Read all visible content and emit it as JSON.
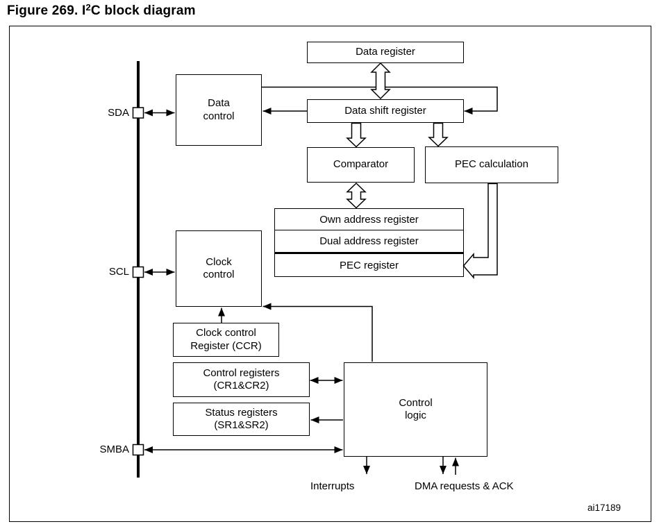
{
  "figure": {
    "title_prefix": "Figure 269. I",
    "title_superscript": "2",
    "title_suffix": "C block diagram",
    "watermark": "ai17189"
  },
  "pins": {
    "sda": "SDA",
    "scl": "SCL",
    "smba": "SMBA"
  },
  "blocks": {
    "data_register": "Data register",
    "data_control_line1": "Data",
    "data_control_line2": "control",
    "data_shift_register": "Data shift register",
    "comparator": "Comparator",
    "pec_calculation": "PEC calculation",
    "own_address_register": "Own address register",
    "dual_address_register": "Dual address register",
    "pec_register": "PEC register",
    "clock_control_line1": "Clock",
    "clock_control_line2": "control",
    "ccr_line1": "Clock control",
    "ccr_line2": "Register (CCR)",
    "control_registers_line1": "Control registers",
    "control_registers_line2": "(CR1&CR2)",
    "status_registers_line1": "Status registers",
    "status_registers_line2": "(SR1&SR2)",
    "control_logic_line1": "Control",
    "control_logic_line2": "logic"
  },
  "annotations": {
    "interrupts": "Interrupts",
    "dma_requests": "DMA requests & ACK"
  }
}
